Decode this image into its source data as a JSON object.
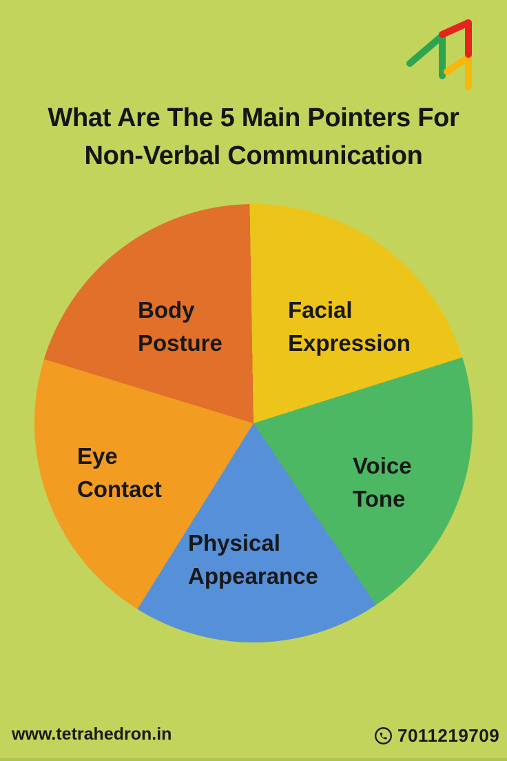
{
  "page": {
    "background_color": "#c2d45c",
    "bottom_edge_color": "#aec251",
    "title": "What Are The 5 Main Pointers For\nNon-Verbal Communication",
    "title_color": "#151515"
  },
  "logo": {
    "name": "tetrahedron-logo",
    "green": "#2da44e",
    "red": "#e5231f",
    "yellow": "#f7b70c"
  },
  "chart_data": {
    "type": "pie",
    "title": "5 Main Pointers For Non-Verbal Communication",
    "legend_position": "labels-on-slices",
    "rotation_deg": -1,
    "label_color": "#181818",
    "segments": [
      {
        "label": "Facial Expression",
        "label_lines": "Facial\nExpression",
        "color": "#ecc41a",
        "start_deg": 0,
        "end_deg": 73.5,
        "share_pct_est": 20.4
      },
      {
        "label": "Voice Tone",
        "label_lines": "Voice\nTone",
        "color": "#4cb863",
        "start_deg": 73.5,
        "end_deg": 147,
        "share_pct_est": 20.4
      },
      {
        "label": "Physical Appearance",
        "label_lines": "Physical\nAppearance",
        "color": "#5590d8",
        "start_deg": 147,
        "end_deg": 213,
        "share_pct_est": 18.3
      },
      {
        "label": "Eye Contact",
        "label_lines": "Eye\nContact",
        "color": "#f29c22",
        "start_deg": 213,
        "end_deg": 288,
        "share_pct_est": 20.8
      },
      {
        "label": "Body Posture",
        "label_lines": "Body\nPosture",
        "color": "#e0702a",
        "start_deg": 288,
        "end_deg": 360,
        "share_pct_est": 20.1
      }
    ]
  },
  "footer": {
    "website": "www.tetrahedron.in",
    "phone": "7011219709",
    "phone_icon": "phone-circle-icon"
  }
}
